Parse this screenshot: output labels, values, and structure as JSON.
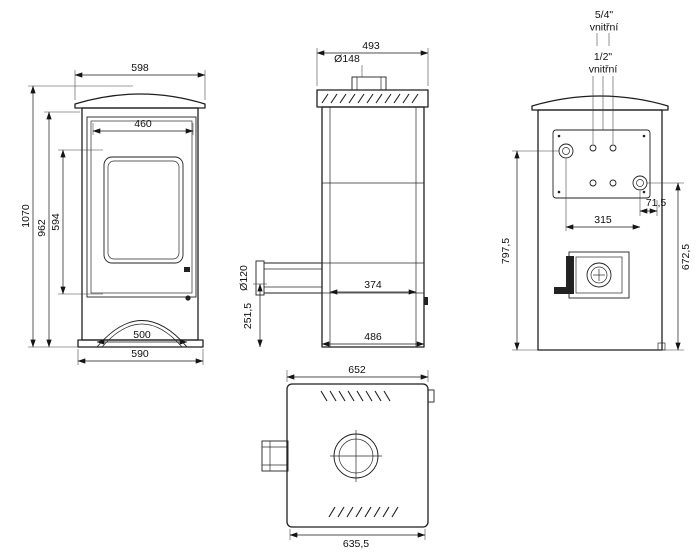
{
  "drawing": {
    "front": {
      "width_top": "598",
      "width_door_inner": "460",
      "height_total": "1070",
      "height_body": "962",
      "height_glass": "594",
      "width_base_inner": "500",
      "width_base": "590"
    },
    "side": {
      "depth_top": "493",
      "flue_diameter": "Ø148",
      "outlet_diameter": "Ø120",
      "depth_inner": "374",
      "outlet_axis_height": "251,5",
      "depth_base": "486"
    },
    "back": {
      "fitting_large_size": "5/4\"",
      "fitting_large_type": "vnitřní",
      "fitting_small_size": "1/2\"",
      "fitting_small_type": "vnitřní",
      "fitting_edge_offset": "71,5",
      "fitting_spacing": "315",
      "fitting_left_height": "797,5",
      "fitting_right_height": "672,5"
    },
    "top": {
      "width_overall": "652",
      "width_body": "635,5"
    }
  }
}
